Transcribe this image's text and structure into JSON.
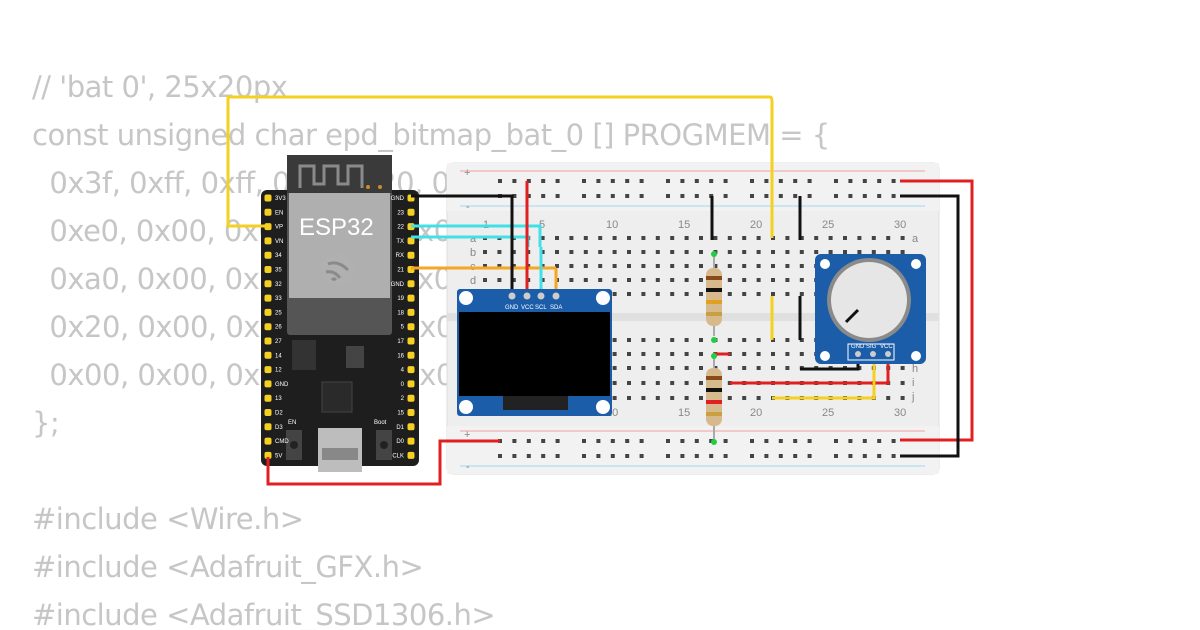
{
  "code": {
    "lines": [
      "// 'bat 0', 25x20px",
      "const unsigned char epd_bitmap_bat_0 [] PROGMEM = {",
      "  0x3f, 0xff, 0xff, 0xff, 0x20, 0x00, 0x00, 0x00, 0x80, 0x20,",
      "  0xe0, 0x00, 0x00, 0xa0, 0x00, 0x00, 0x00, 0x00, 0x80, 0xa0,",
      "  0xa0, 0x00, 0x00, 0xe0, 0x00, 0x00, 0x00, 0x00, 0x80, 0x20,",
      "  0x20, 0x00, 0x00, 0x20, 0x00, 0x00, 0x00, 0x00, 0x00, 0x00,",
      "  0x00, 0x00, 0x00, 0x00, 0x00, 0x00, 0x00, 0x00, 0x00, 0x00,",
      "};",
      "",
      "#include <Wire.h>",
      "#include <Adafruit_GFX.h>",
      "#include <Adafruit_SSD1306.h>"
    ]
  },
  "esp32": {
    "title": "ESP32",
    "left_pins": [
      "3V3",
      "EN",
      "VP",
      "VN",
      "34",
      "35",
      "32",
      "33",
      "25",
      "26",
      "27",
      "14",
      "12",
      "GND",
      "13",
      "D2",
      "D3",
      "CMD",
      "5V"
    ],
    "right_pins": [
      "GND",
      "23",
      "22",
      "TX",
      "RX",
      "21",
      "GND",
      "19",
      "18",
      "5",
      "17",
      "16",
      "4",
      "0",
      "2",
      "15",
      "D1",
      "D0",
      "CLK"
    ],
    "en_label": "EN",
    "boot_label": "Boot"
  },
  "breadboard": {
    "column_numbers": [
      "1",
      "5",
      "10",
      "15",
      "20",
      "25",
      "30"
    ],
    "row_letters_top": [
      "a",
      "b",
      "c",
      "d"
    ],
    "row_letters_bottom": [
      "h",
      "i",
      "j"
    ],
    "rail_plus": "+",
    "rail_minus": "-"
  },
  "oled": {
    "pins": [
      "GND",
      "VCC",
      "SCL",
      "SDA"
    ]
  },
  "potentiometer": {
    "pins": [
      "GND",
      "SIG",
      "VCC"
    ]
  },
  "colors": {
    "wire_yellow": "#f5d020",
    "wire_red": "#e02020",
    "wire_black": "#111111",
    "wire_cyan": "#40e0e8",
    "wire_orange": "#f5a623",
    "board_blue": "#1b5da8",
    "esp_board": "#1e1e1e"
  }
}
